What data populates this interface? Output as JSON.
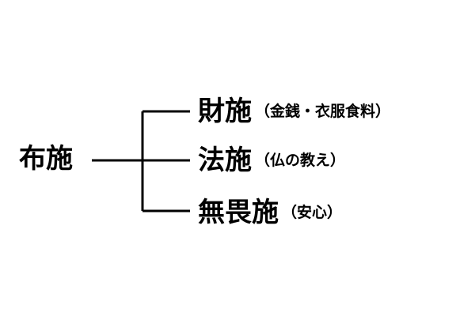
{
  "diagram": {
    "root": {
      "label": "布施"
    },
    "branches": [
      {
        "title": "財施",
        "note": "（金銭・衣服食料）"
      },
      {
        "title": "法施",
        "note": "（仏の教え）"
      },
      {
        "title": "無畏施",
        "note": "（安心）"
      }
    ],
    "colors": {
      "text": "#000000",
      "line": "#000000",
      "background": "#ffffff"
    }
  }
}
